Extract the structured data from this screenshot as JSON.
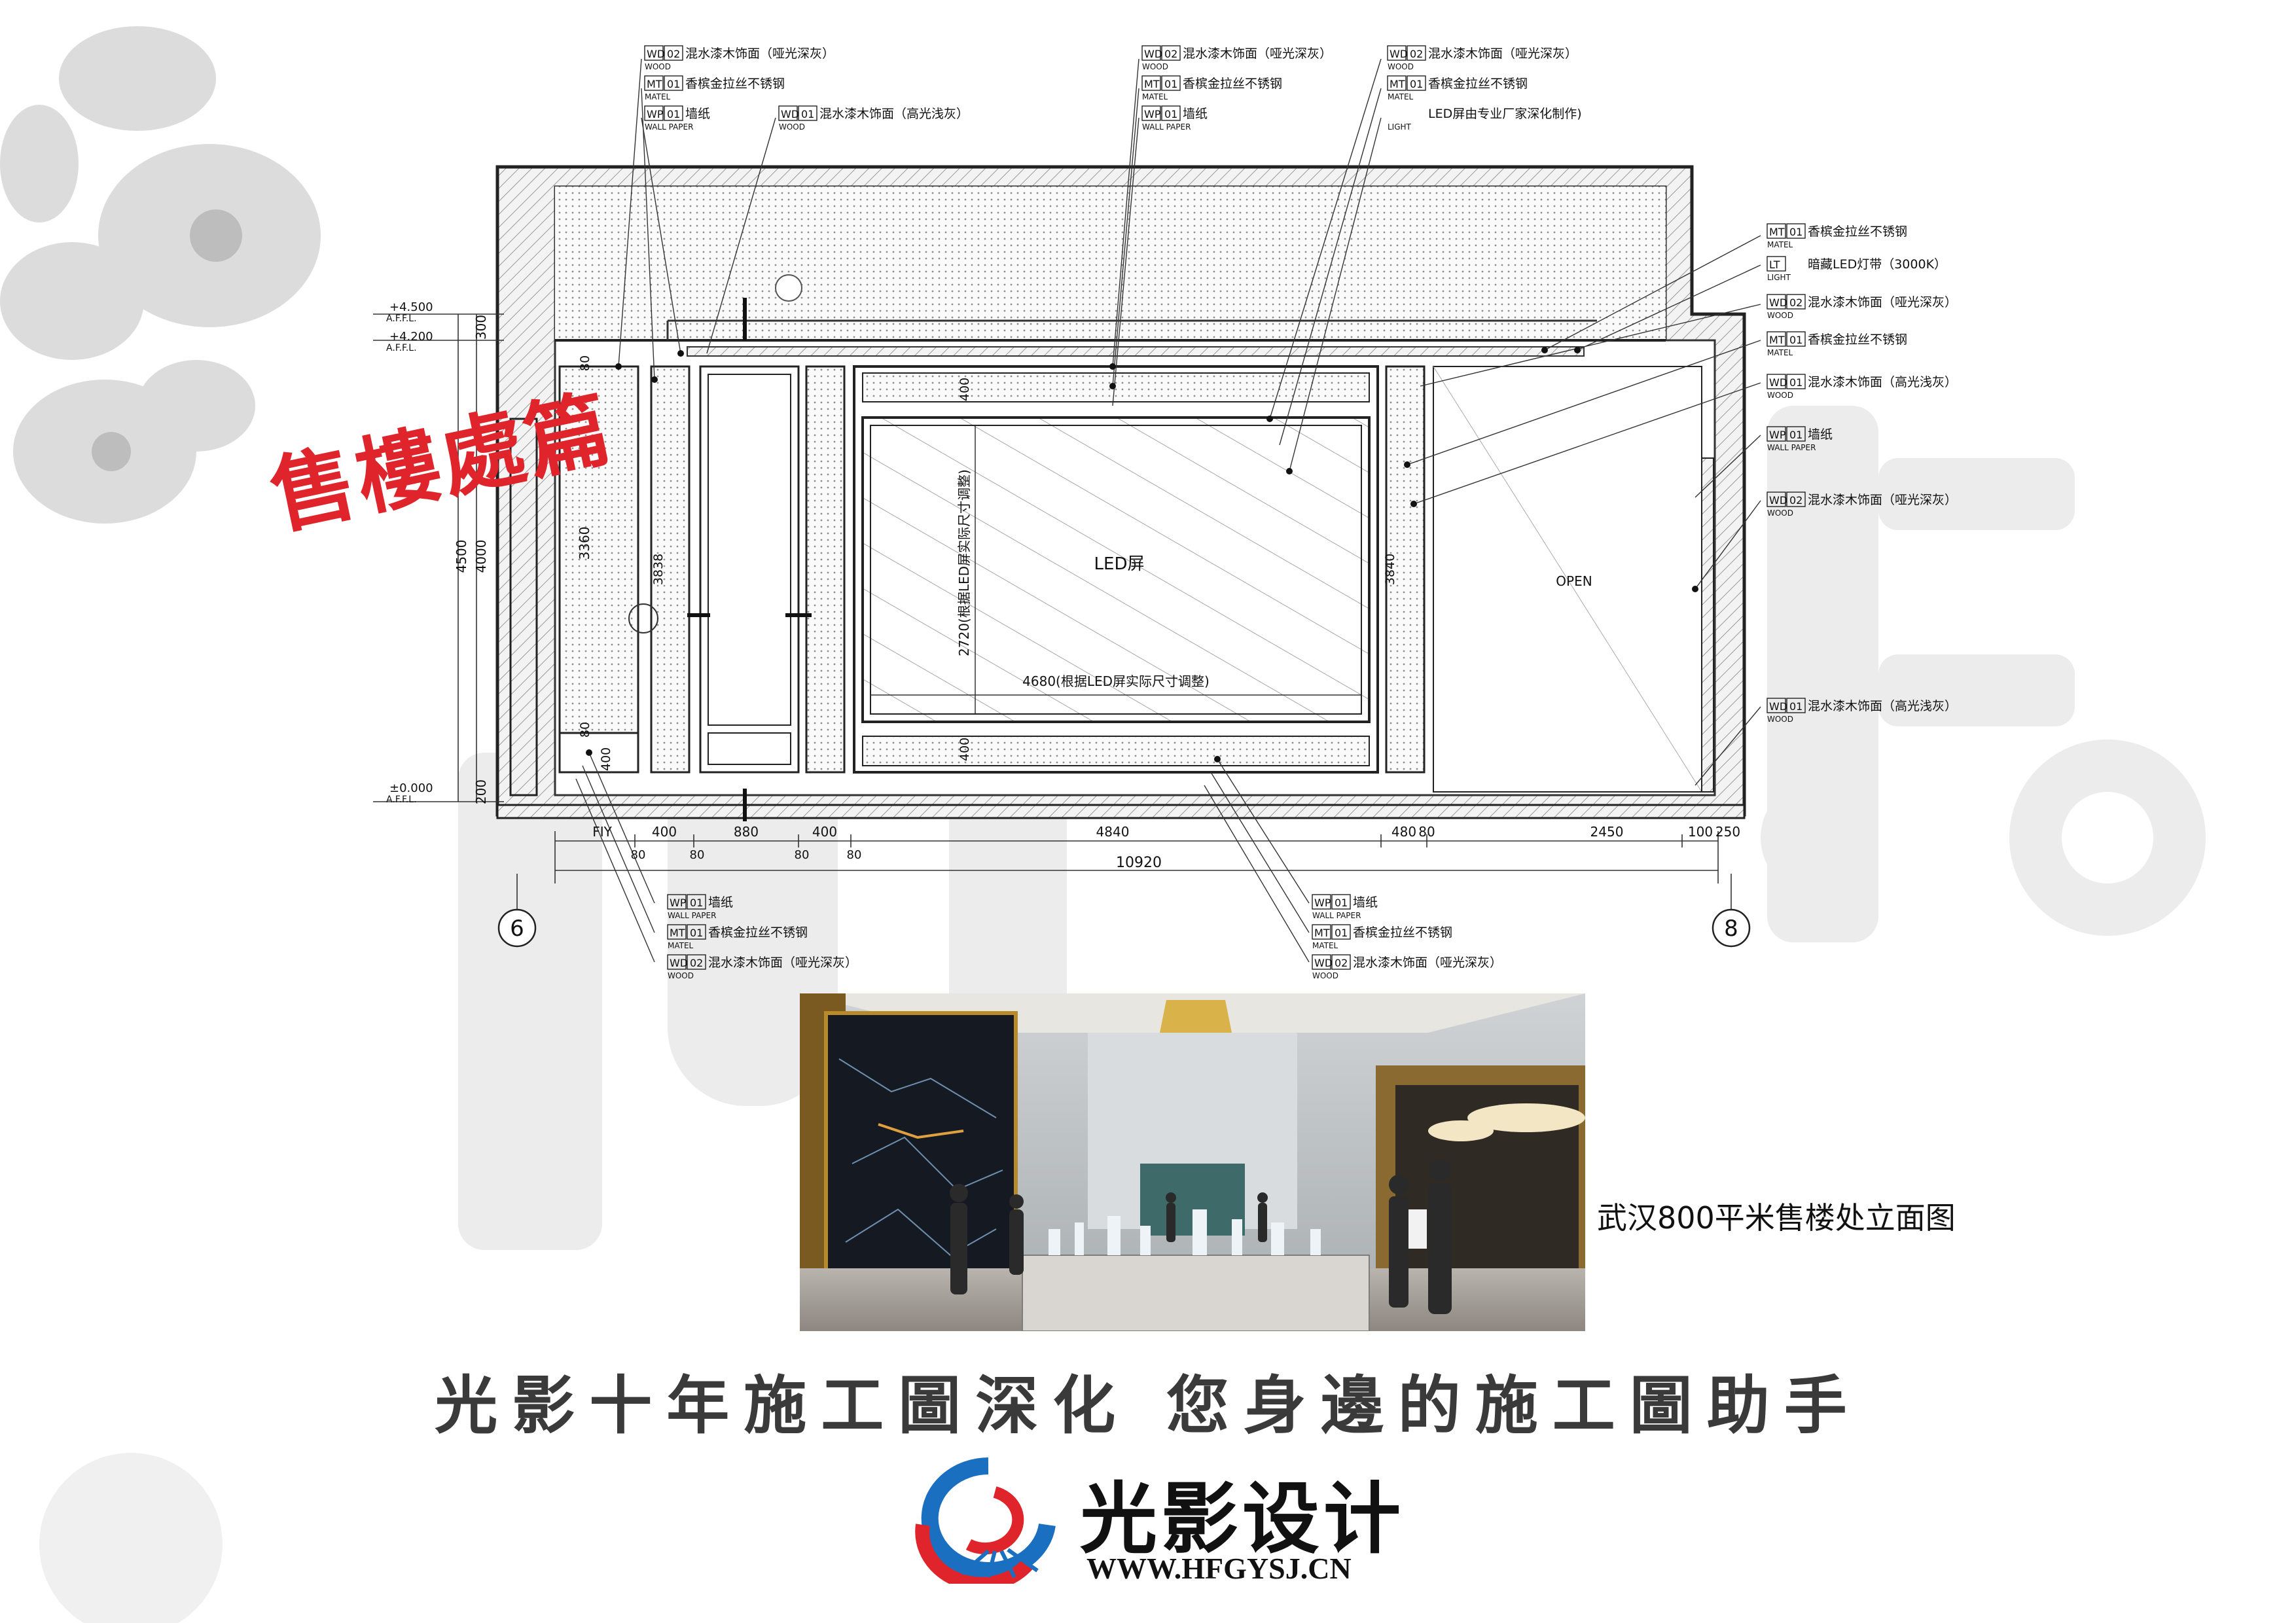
{
  "sidebar_title": "售樓處篇",
  "caption": "武汉800平米售楼处立面图",
  "slogan": "光影十年施工圖深化 您身邊的施工圖助手",
  "brand": {
    "name": "光影设计",
    "url": "WWW.HFGYSJ.CN"
  },
  "drawing": {
    "center_label": "LED屏",
    "open_label": "OPEN",
    "screen_height_note": "2720(根据LED屏实际尺寸调整)",
    "screen_width_note": "4680(根据LED屏实际尺寸调整)",
    "grid_left": "6",
    "grid_right": "8",
    "levels": [
      "+4.500",
      "+4.200",
      "±0.000"
    ],
    "level_sub": "A.F.F.L.",
    "left_dims": [
      "300",
      "4500",
      "4000",
      "3360",
      "200"
    ],
    "inner_dims": [
      "3838",
      "3840",
      "400",
      "400",
      "400",
      "80",
      "80"
    ],
    "bottom_dims": [
      "FIY",
      "400",
      "880",
      "400",
      "4840",
      "480",
      "80",
      "2450",
      "100",
      "250"
    ],
    "bottom_sub_dims": [
      "80",
      "80",
      "80",
      "80"
    ],
    "total_dim": "10920",
    "callouts": {
      "top_left": [
        {
          "code": "WD",
          "num": "02",
          "text": "混水漆木饰面（哑光深灰）",
          "sub": "WOOD"
        },
        {
          "code": "MT",
          "num": "01",
          "text": "香槟金拉丝不锈钢",
          "sub": "MATEL"
        },
        {
          "code": "WP",
          "num": "01",
          "text": "墙纸",
          "sub": "WALL PAPER"
        }
      ],
      "top_left_extra": {
        "code": "WD",
        "num": "01",
        "text": "混水漆木饰面（高光浅灰）",
        "sub": "WOOD"
      },
      "top_mid": [
        {
          "code": "WD",
          "num": "02",
          "text": "混水漆木饰面（哑光深灰）",
          "sub": "WOOD"
        },
        {
          "code": "MT",
          "num": "01",
          "text": "香槟金拉丝不锈钢",
          "sub": "MATEL"
        },
        {
          "code": "WP",
          "num": "01",
          "text": "墙纸",
          "sub": "WALL PAPER"
        }
      ],
      "top_right": [
        {
          "code": "WD",
          "num": "02",
          "text": "混水漆木饰面（哑光深灰）",
          "sub": "WOOD"
        },
        {
          "code": "MT",
          "num": "01",
          "text": "香槟金拉丝不锈钢",
          "sub": "MATEL"
        },
        {
          "code": "",
          "num": "",
          "text": "LED屏由专业厂家深化制作)",
          "sub": "LIGHT"
        }
      ],
      "right": [
        {
          "code": "MT",
          "num": "01",
          "text": "香槟金拉丝不锈钢",
          "sub": "MATEL"
        },
        {
          "code": "LT",
          "num": "",
          "text": "暗藏LED灯带（3000K）",
          "sub": "LIGHT"
        },
        {
          "code": "WD",
          "num": "02",
          "text": "混水漆木饰面（哑光深灰）",
          "sub": "WOOD"
        },
        {
          "code": "MT",
          "num": "01",
          "text": "香槟金拉丝不锈钢",
          "sub": "MATEL"
        },
        {
          "code": "WD",
          "num": "01",
          "text": "混水漆木饰面（高光浅灰）",
          "sub": "WOOD"
        },
        {
          "code": "WP",
          "num": "01",
          "text": "墙纸",
          "sub": "WALL PAPER"
        },
        {
          "code": "WD",
          "num": "02",
          "text": "混水漆木饰面（哑光深灰）",
          "sub": "WOOD"
        },
        {
          "code": "WD",
          "num": "01",
          "text": "混水漆木饰面（高光浅灰）",
          "sub": "WOOD"
        }
      ],
      "bottom_left": [
        {
          "code": "WP",
          "num": "01",
          "text": "墙纸",
          "sub": "WALL PAPER"
        },
        {
          "code": "MT",
          "num": "01",
          "text": "香槟金拉丝不锈钢",
          "sub": "MATEL"
        },
        {
          "code": "WD",
          "num": "02",
          "text": "混水漆木饰面（哑光深灰）",
          "sub": "WOOD"
        }
      ],
      "bottom_mid": [
        {
          "code": "WP",
          "num": "01",
          "text": "墙纸",
          "sub": "WALL PAPER"
        },
        {
          "code": "MT",
          "num": "01",
          "text": "香槟金拉丝不锈钢",
          "sub": "MATEL"
        },
        {
          "code": "WD",
          "num": "02",
          "text": "混水漆木饰面（哑光深灰）",
          "sub": "WOOD"
        }
      ]
    }
  },
  "colors": {
    "accent_red": "#e0242b",
    "logo_blue": "#1a6fc0",
    "line": "#222222"
  }
}
